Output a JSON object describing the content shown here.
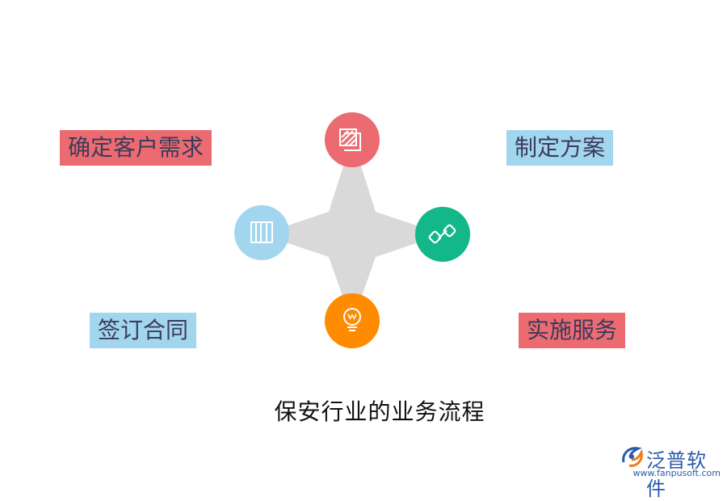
{
  "diagram": {
    "title": "保安行业的业务流程",
    "steps": [
      {
        "label": "确定客户需求",
        "color": "#ec6b70",
        "icon": "layers-icon"
      },
      {
        "label": "制定方案",
        "color": "#a2d6ee",
        "icon": "link-icon"
      },
      {
        "label": "实施服务",
        "color": "#ec6b70",
        "icon": "lightbulb-icon"
      },
      {
        "label": "签订合同",
        "color": "#a2d6ee",
        "icon": "books-icon"
      }
    ],
    "node_colors": {
      "top": "#ec6b70",
      "right": "#13b78a",
      "bottom": "#ff8c00",
      "left": "#a2d6ee",
      "star": "#d9d9d9"
    }
  },
  "brand": {
    "name": "泛普软件",
    "url": "www.fanpusoft.com",
    "color": "#2a5aa8"
  }
}
